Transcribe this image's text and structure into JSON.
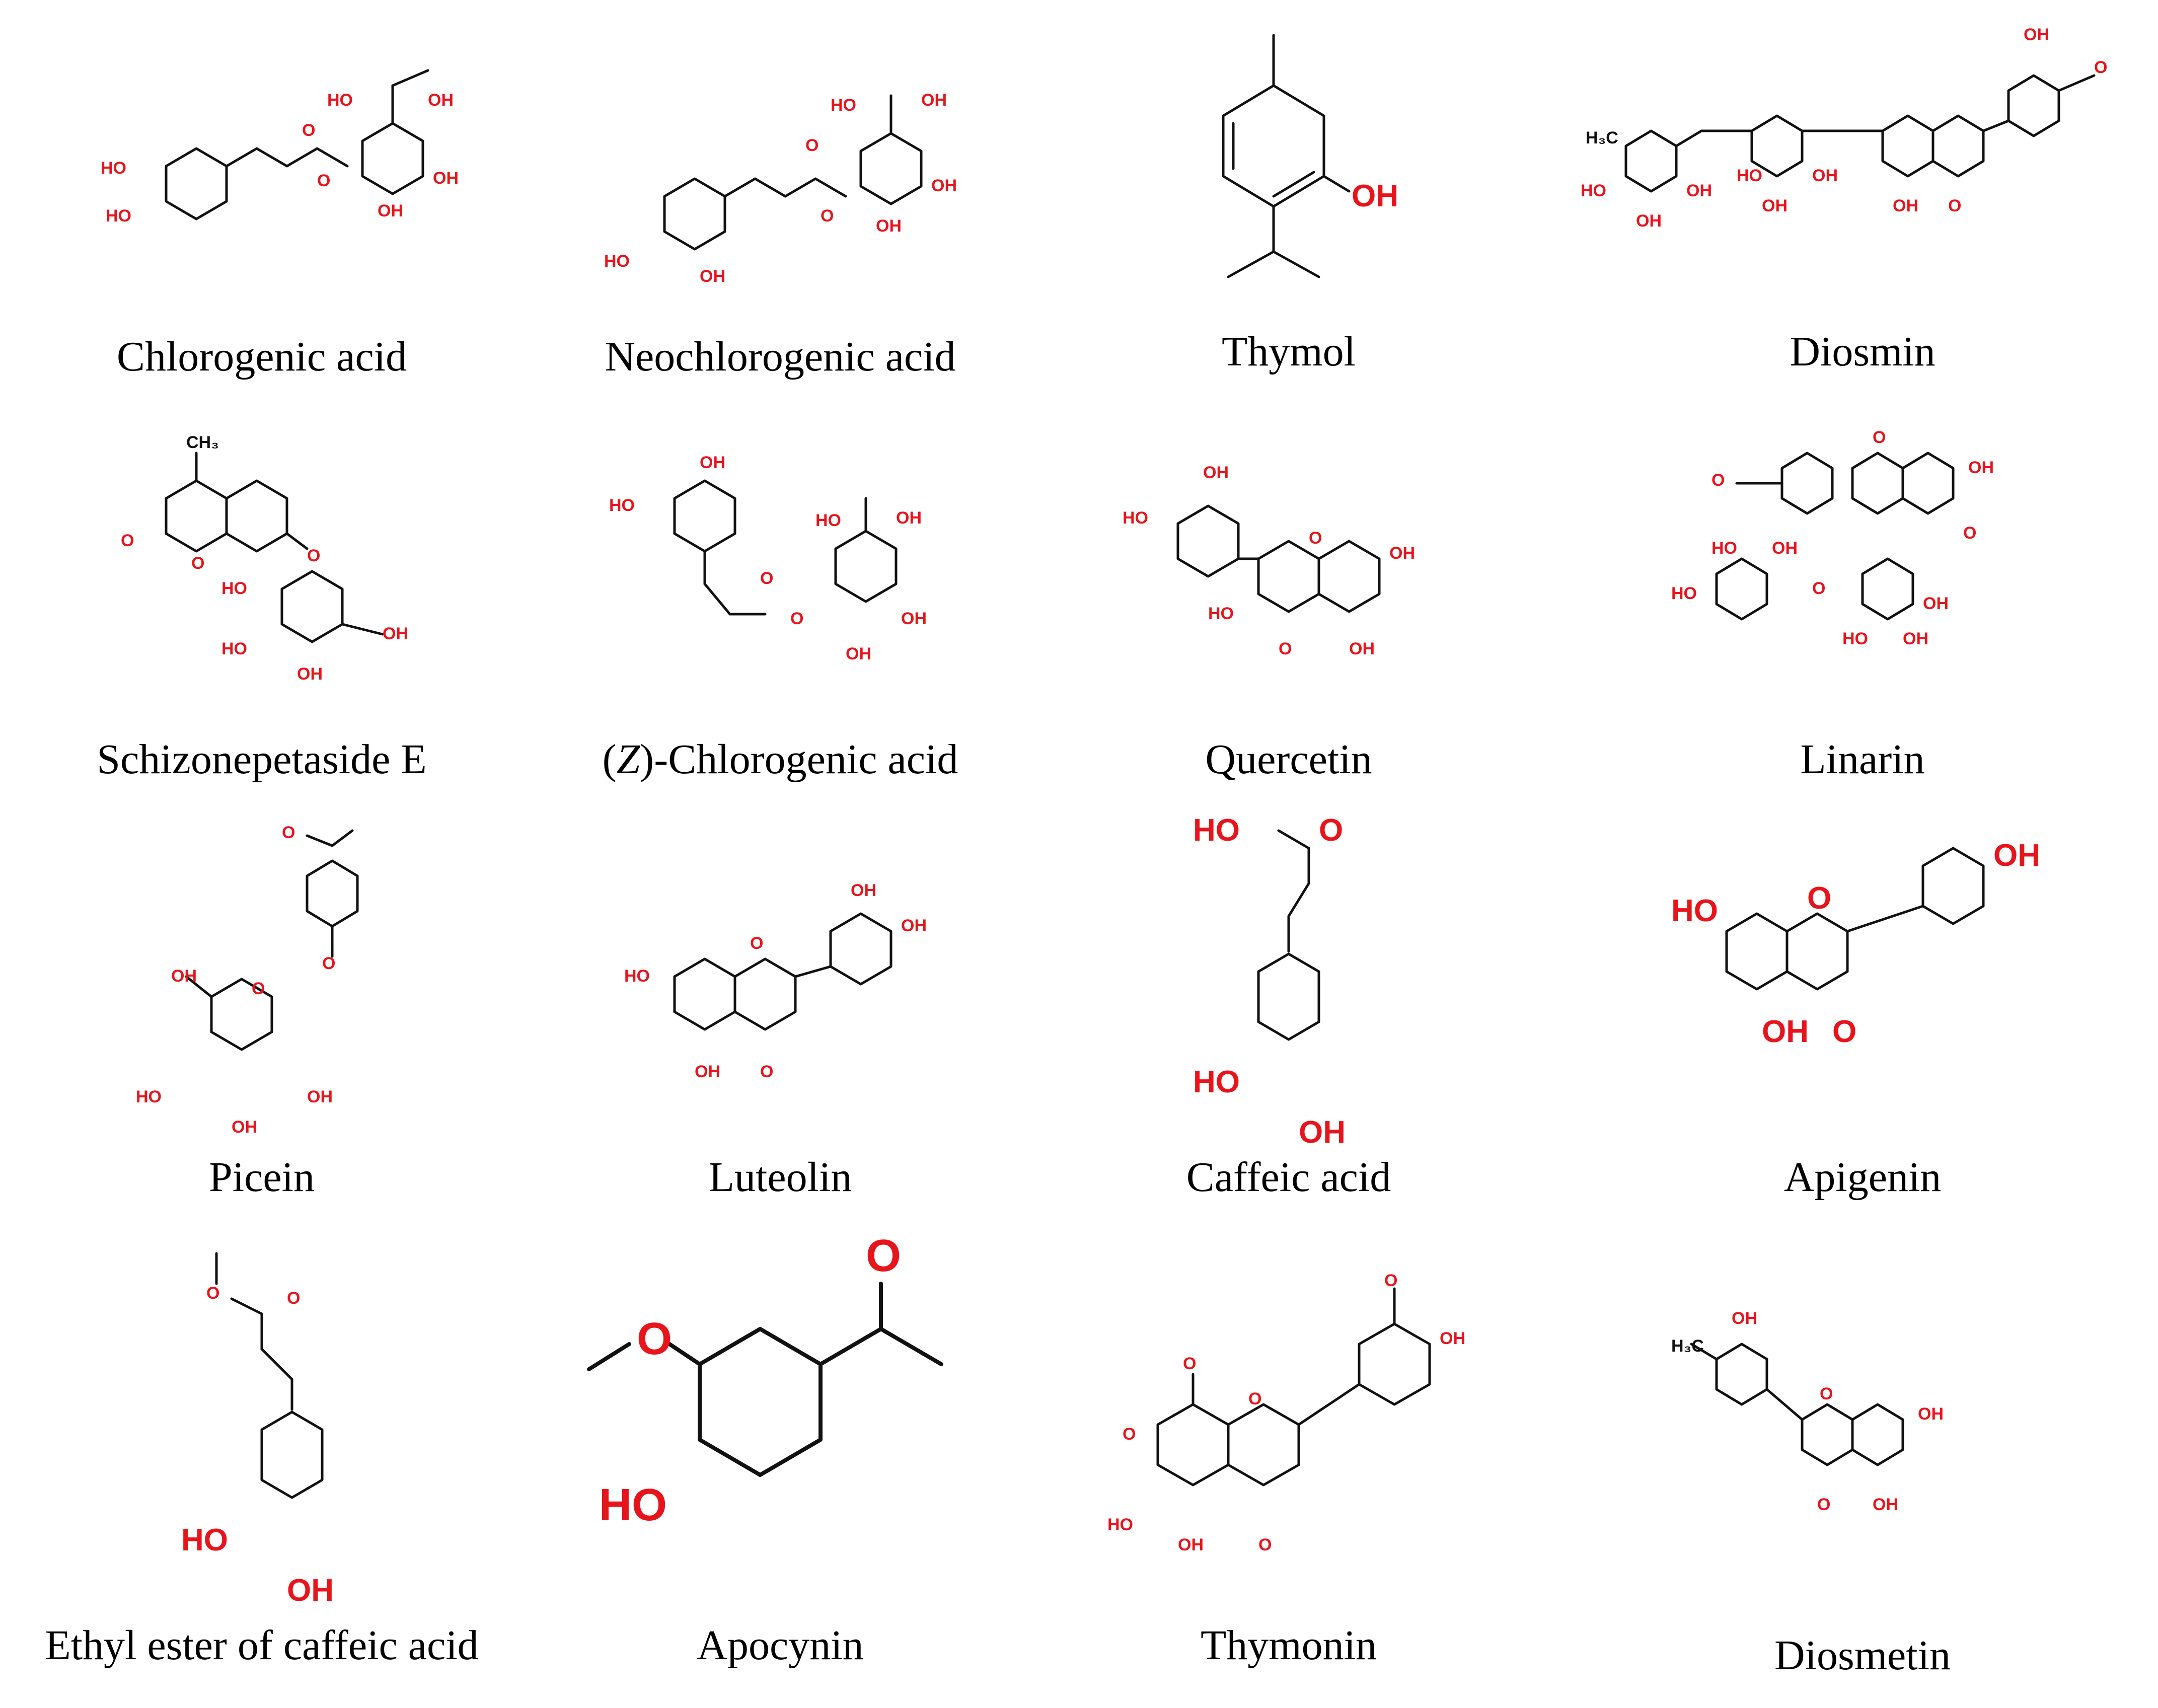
{
  "figure": {
    "compounds": [
      {
        "name": "Chlorogenic acid",
        "structure_icon": "chlorogenic-acid-structure"
      },
      {
        "name": "Neochlorogenic acid",
        "structure_icon": "neochlorogenic-acid-structure"
      },
      {
        "name": "Thymol",
        "structure_icon": "thymol-structure"
      },
      {
        "name": "Diosmin",
        "structure_icon": "diosmin-structure"
      },
      {
        "name": "Schizonepetaside E",
        "structure_icon": "schizonepetaside-e-structure"
      },
      {
        "name_prefix": "(",
        "name_italic": "Z",
        "name_suffix": ")-Chlorogenic acid",
        "structure_icon": "z-chlorogenic-acid-structure"
      },
      {
        "name": "Quercetin",
        "structure_icon": "quercetin-structure"
      },
      {
        "name": "Linarin",
        "structure_icon": "linarin-structure"
      },
      {
        "name": "Picein",
        "structure_icon": "picein-structure"
      },
      {
        "name": "Luteolin",
        "structure_icon": "luteolin-structure"
      },
      {
        "name": "Caffeic acid",
        "structure_icon": "caffeic-acid-structure"
      },
      {
        "name": "Apigenin",
        "structure_icon": "apigenin-structure"
      },
      {
        "name": "Ethyl ester of caffeic acid",
        "structure_icon": "ethyl-caffeate-structure"
      },
      {
        "name": "Apocynin",
        "structure_icon": "apocynin-structure"
      },
      {
        "name": "Thymonin",
        "structure_icon": "thymonin-structure"
      },
      {
        "name": "Diosmetin",
        "structure_icon": "diosmetin-structure"
      }
    ],
    "atom_labels": {
      "oh": "OH",
      "ho": "HO",
      "o": "O",
      "ch3": "CH₃",
      "h3c": "H₃C"
    },
    "colors": {
      "heteroatom": "#e8141c",
      "bond": "#111111",
      "caption": "#000000",
      "background": "#ffffff"
    }
  }
}
